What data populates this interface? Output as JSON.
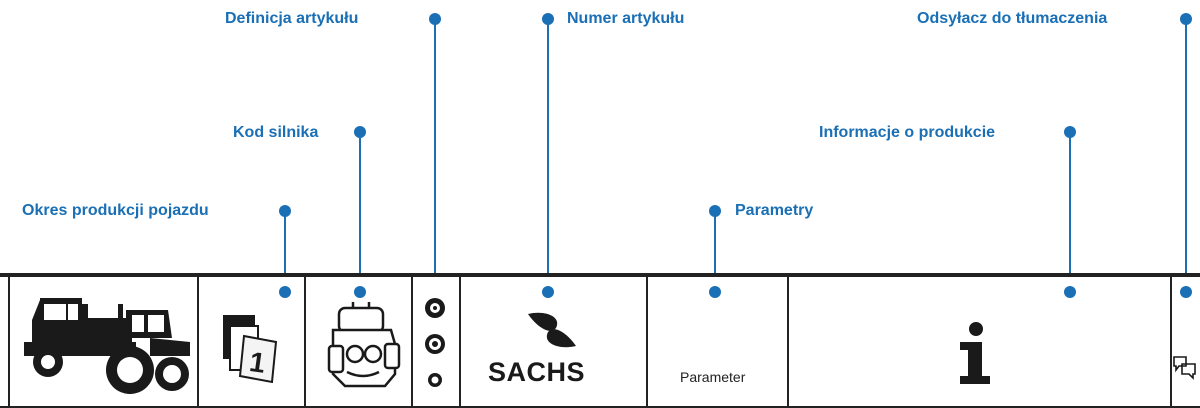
{
  "callouts": {
    "definicja": "Definicja artykułu",
    "numer": "Numer artykułu",
    "odsylacz": "Odsyłacz do tłumaczenia",
    "kod_silnika": "Kod silnika",
    "informacje": "Informacje o produkcie",
    "okres": "Okres produkcji pojazdu",
    "parametry": "Parametry"
  },
  "cells": {
    "brand": "SACHS",
    "parameter": "Parameter"
  },
  "colors": {
    "accent": "#1a6fb5",
    "line": "#222222"
  },
  "icons": [
    "vehicle-icon",
    "calendar-icon",
    "engine-icon",
    "article-definition-icons",
    "sachs-logo-icon",
    "info-icon",
    "translation-icon"
  ]
}
